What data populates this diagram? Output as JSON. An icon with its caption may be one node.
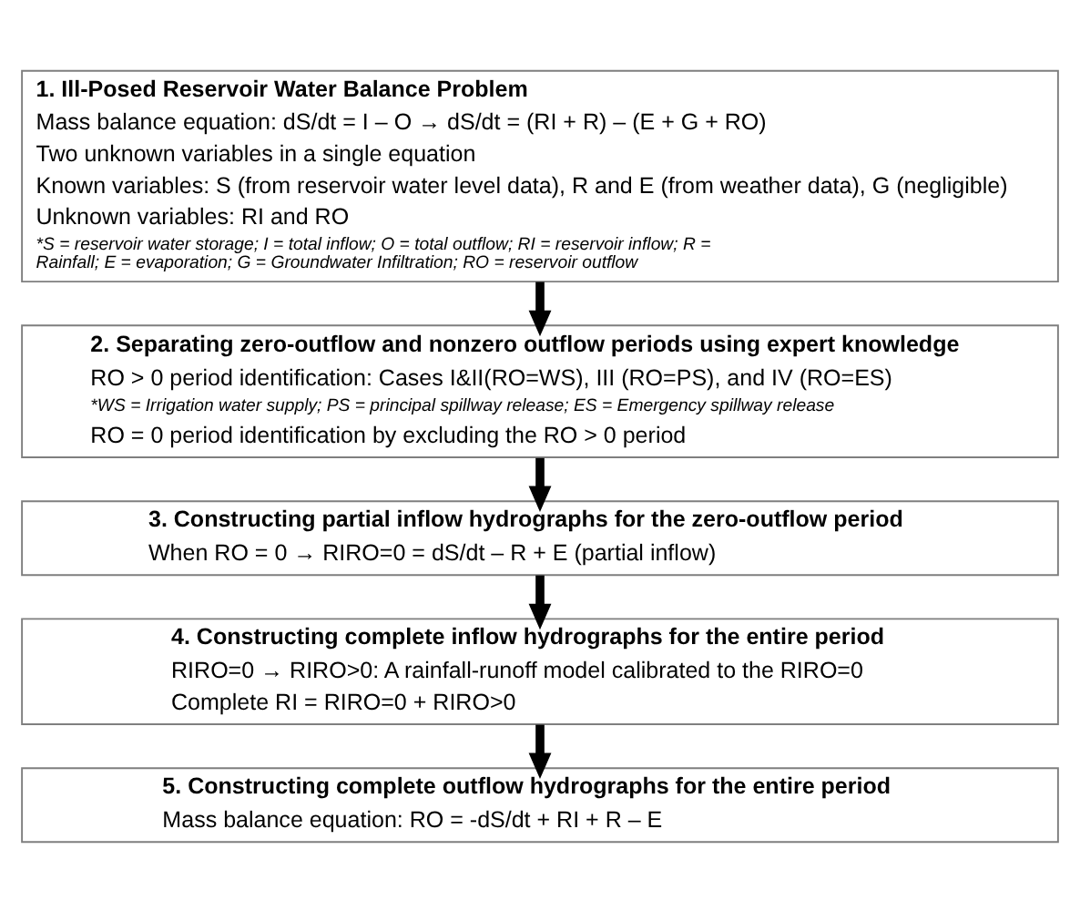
{
  "diagram": {
    "nodes": [
      {
        "text": [
          "1. Ill-Posed Reservoir Water Balance Problem",
          "Mass balance equation: dS/dt = I – O → dS/dt = (RI + R) – (E + G + RO)",
          "Two unknown variables in a single equation",
          "Known variables: S (from reservoir water level data), R and E (from weather data), G (negligible)",
          "Unknown variables: RI and RO",
          "*S = reservoir water storage; I = total inflow; O = total outflow; RI = reservoir inflow; R = Rainfall; E = evaporation; G = Groundwater Infiltration; RO = reservoir outflow"
        ]
      },
      {
        "text": [
          "2. Separating zero-outflow and nonzero outflow periods using expert knowledge",
          "RO > 0 period identification: Cases I&II(RO=WS), III (RO=PS), and IV (RO=ES)",
          "*WS = Irrigation water supply; PS = principal spillway release; ES = Emergency spillway release",
          "RO = 0 period identification by excluding the RO > 0 period"
        ]
      },
      {
        "text": [
          "3. Constructing partial inflow hydrographs for the zero-outflow period",
          "When RO = 0 → RIRO=0 = dS/dt – R + E (partial inflow)"
        ]
      },
      {
        "text": [
          "4. Constructing complete inflow hydrographs for the entire period",
          "RIRO=0 → RIRO>0: A rainfall-runoff model calibrated to the RIRO=0",
          "Complete RI = RIRO=0 + RIRO>0"
        ]
      },
      {
        "text": [
          "5. Constructing complete outflow hydrographs for the entire period",
          "Mass balance equation: RO = -dS/dt + RI + R – E"
        ]
      }
    ],
    "edges": [
      {
        "from": 0,
        "to": 1,
        "arrow": "to"
      },
      {
        "from": 1,
        "to": 2,
        "arrow": "to"
      },
      {
        "from": 2,
        "to": 3,
        "arrow": "to"
      },
      {
        "from": 3,
        "to": 4,
        "arrow": "to"
      }
    ]
  }
}
